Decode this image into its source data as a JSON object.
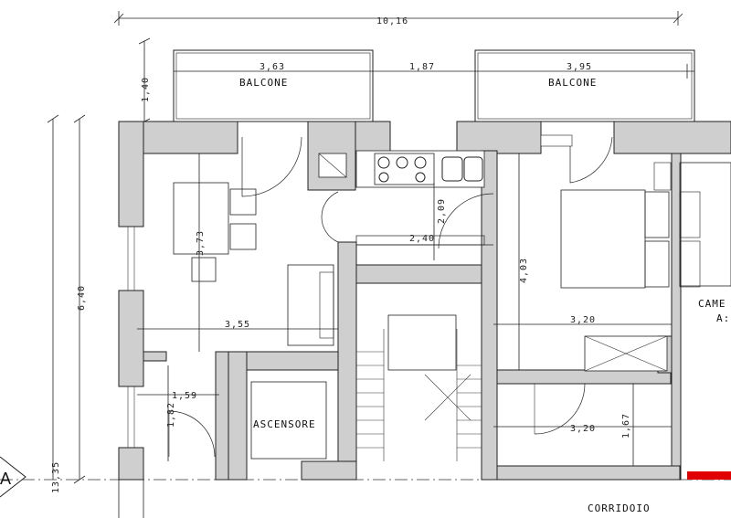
{
  "dimensions": {
    "total_width": "10,16",
    "balcony_depth": "1,40",
    "balcony_left_width": "3,63",
    "balcony_gap": "1,87",
    "balcony_right_width": "3,95",
    "overall_height": "6,40",
    "level": "13,35",
    "living_depth": "3,73",
    "living_width": "3,55",
    "kitchen_depth": "2,09",
    "kitchen_width": "2,40",
    "bedroom_depth": "4,03",
    "bedroom_width": "3,20",
    "bath_width": "1,59",
    "bath_depth": "1,82",
    "bath2_width": "3,20",
    "bath2_depth": "1,67"
  },
  "labels": {
    "balcony_left": "BALCONE",
    "balcony_right": "BALCONE",
    "elevator": "ASCENSORE",
    "corridor": "CORRIDOIO",
    "room_cut": "CAME",
    "room_cut_sub": "A:",
    "section_marker": "A"
  },
  "colors": {
    "wall_fill": "#cfcfcf",
    "line": "#222222",
    "accent_red": "#e00000"
  }
}
